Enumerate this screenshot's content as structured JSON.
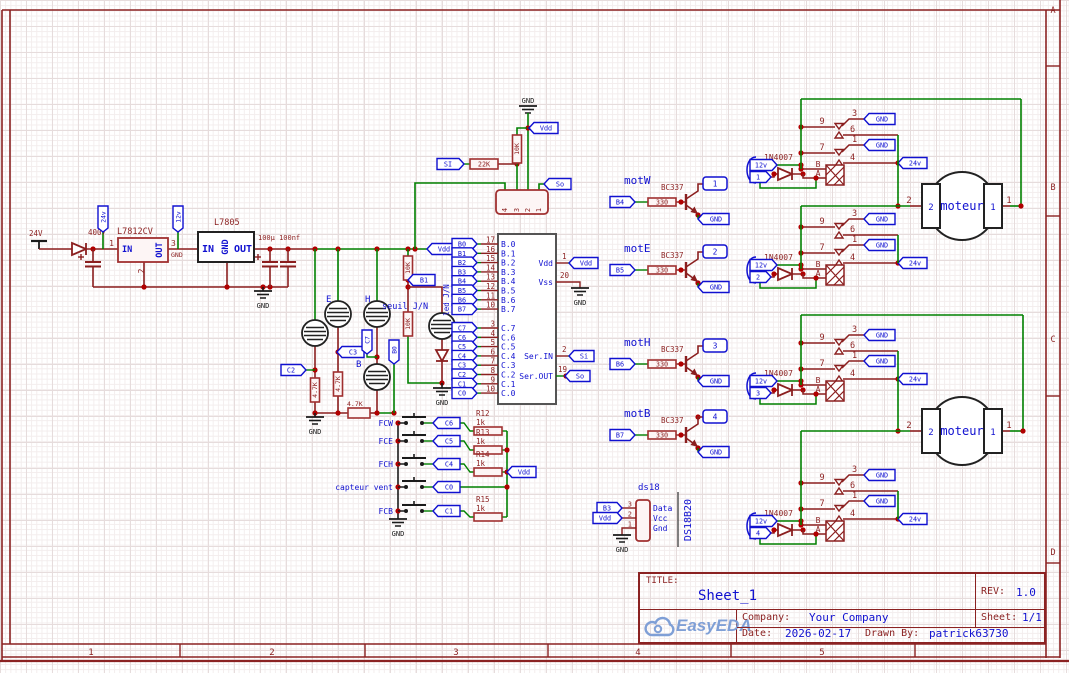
{
  "frame": {
    "right_ruler": [
      "A",
      "B",
      "C",
      "D"
    ],
    "bottom_ruler": [
      "1",
      "2",
      "3",
      "4",
      "5"
    ]
  },
  "title_block": {
    "title_label": "TITLE:",
    "title": "Sheet_1",
    "rev_label": "REV:",
    "rev": "1.0",
    "logo": "EasyEDA",
    "company_label": "Company:",
    "company": "Your Company",
    "sheet_label": "Sheet:",
    "sheet": "1/1",
    "date_label": "Date:",
    "date": "2026-02-17",
    "drawn_label": "Drawn By:",
    "drawn_by": "patrick63730"
  },
  "power": {
    "input": "24V",
    "diode": "4007",
    "flag24": "24v",
    "flag12": "12v",
    "reg1": "L7812CV",
    "reg1_in": "IN",
    "reg1_out": "OUT",
    "reg1_gnd": "GND",
    "p1": "1",
    "p2": "2",
    "p3": "3",
    "reg2": "L7805",
    "reg2_in": "IN",
    "reg2_gnd": "GND",
    "reg2_out": "OUT",
    "caps": "100µ 100nf",
    "gnd": "GND"
  },
  "rail": {
    "vdd": "Vdd"
  },
  "sensors": {
    "e": "E",
    "h": "H",
    "b": "B",
    "seuil": "seuil J/N",
    "led": "led J/N",
    "c2": "C2",
    "c3": "C3",
    "c7": "C7",
    "b0": "B0",
    "b1": "B1",
    "r47_1": "4.7K",
    "r47_2": "4.7K",
    "r47_3": "4.7K",
    "r10_1": "10K",
    "r10_2": "10K",
    "gnd1": "GND",
    "gnd2": "GND"
  },
  "prog": {
    "si": "SI",
    "r22": "22K",
    "r10": "10K",
    "vdd": "Vdd",
    "so": "So",
    "gnd": "GND",
    "pins": [
      "4",
      "3",
      "2",
      "1"
    ]
  },
  "ic": {
    "b_pins": [
      {
        "f": "B0",
        "n": "17",
        "name": "B.0"
      },
      {
        "f": "B1",
        "n": "16",
        "name": "B.1"
      },
      {
        "f": "B2",
        "n": "15",
        "name": "B.2"
      },
      {
        "f": "B3",
        "n": "14",
        "name": "B.3"
      },
      {
        "f": "B4",
        "n": "13",
        "name": "B.4"
      },
      {
        "f": "B5",
        "n": "12",
        "name": "B.5"
      },
      {
        "f": "B6",
        "n": "11",
        "name": "B.6"
      },
      {
        "f": "B7",
        "n": "10",
        "name": "B.7"
      }
    ],
    "c_pins": [
      {
        "f": "C7",
        "n": "3",
        "name": "C.7"
      },
      {
        "f": "C6",
        "n": "4",
        "name": "C.6"
      },
      {
        "f": "C5",
        "n": "5",
        "name": "C.5"
      },
      {
        "f": "C4",
        "n": "6",
        "name": "C.4"
      },
      {
        "f": "C3",
        "n": "7",
        "name": "C.3"
      },
      {
        "f": "C2",
        "n": "8",
        "name": "C.2"
      },
      {
        "f": "C1",
        "n": "9",
        "name": "C.1"
      },
      {
        "f": "C0",
        "n": "10",
        "name": "C.0"
      }
    ],
    "r_pins": [
      {
        "name": "Vdd",
        "num": "1",
        "flag": "Vdd"
      },
      {
        "name": "Vss",
        "num": "20"
      },
      {
        "name": "Ser.IN",
        "num": "2",
        "flag": "Si"
      },
      {
        "name": "Ser.OUT",
        "num": "19",
        "flag": "So"
      }
    ],
    "gnd": "GND"
  },
  "buttons": {
    "rows": [
      {
        "label": "FCW",
        "flag": "C6"
      },
      {
        "label": "FCE",
        "flag": "C5"
      },
      {
        "label": "FCH",
        "flag": "C4"
      },
      {
        "label": "capteur vent",
        "flag": "C0"
      },
      {
        "label": "FCB",
        "flag": "C1"
      }
    ],
    "resistors": [
      [
        "R12",
        "1k"
      ],
      [
        "R13",
        "1k"
      ],
      [
        "R14",
        "1k"
      ],
      [
        "R15",
        "1k"
      ]
    ],
    "vdd": "Vdd",
    "gnd": "GND"
  },
  "drivers": [
    {
      "label": "motW",
      "flag": "B4",
      "res": "330",
      "part": "BC337",
      "out": "1",
      "gnd": "GND"
    },
    {
      "label": "motE",
      "flag": "B5",
      "res": "330",
      "part": "BC337",
      "out": "2",
      "gnd": "GND"
    },
    {
      "label": "motH",
      "flag": "B6",
      "res": "330",
      "part": "BC337",
      "out": "3",
      "gnd": "GND"
    },
    {
      "label": "motB",
      "flag": "B7",
      "res": "330",
      "part": "BC337",
      "out": "4",
      "gnd": "GND"
    }
  ],
  "relays": [
    {
      "part": "1N4007",
      "v12": "12v",
      "inp": "1",
      "b": "B",
      "a": "A",
      "n9": "9",
      "n3": "3",
      "n6": "6",
      "n7": "7",
      "n1": "1",
      "n4": "4",
      "g1": "GND",
      "g2": "GND",
      "v24": "24v"
    },
    {
      "part": "1N4007",
      "v12": "12v",
      "inp": "2",
      "b": "B",
      "a": "A",
      "n9": "9",
      "n3": "3",
      "n6": "6",
      "n7": "7",
      "n1": "1",
      "n4": "4",
      "g1": "GND",
      "g2": "GND",
      "v24": "24v"
    },
    {
      "part": "1N4007",
      "v12": "12v",
      "inp": "3",
      "b": "B",
      "a": "A",
      "n9": "9",
      "n3": "3",
      "n6": "6",
      "n7": "7",
      "n1": "1",
      "n4": "4",
      "g1": "GND",
      "g2": "GND",
      "v24": "24v"
    },
    {
      "part": "1N4007",
      "v12": "12v",
      "inp": "4",
      "b": "B",
      "a": "A",
      "n9": "9",
      "n3": "3",
      "n6": "6",
      "n7": "7",
      "n1": "1",
      "n4": "4",
      "g1": "GND",
      "g2": "GND",
      "v24": "24v"
    }
  ],
  "motors": [
    {
      "name": "moteur",
      "pl": "2",
      "pr": "1",
      "ol": "2",
      "or": "1"
    },
    {
      "name": "moteur",
      "pl": "2",
      "pr": "1",
      "ol": "2",
      "or": "1"
    }
  ],
  "temp": {
    "label": "ds18",
    "part": "DS18B20",
    "pins": [
      "3",
      "2",
      "1"
    ],
    "names": [
      "Data",
      "Vcc",
      "Gnd"
    ],
    "b3": "B3",
    "vdd": "Vdd",
    "gnd": "GND"
  }
}
